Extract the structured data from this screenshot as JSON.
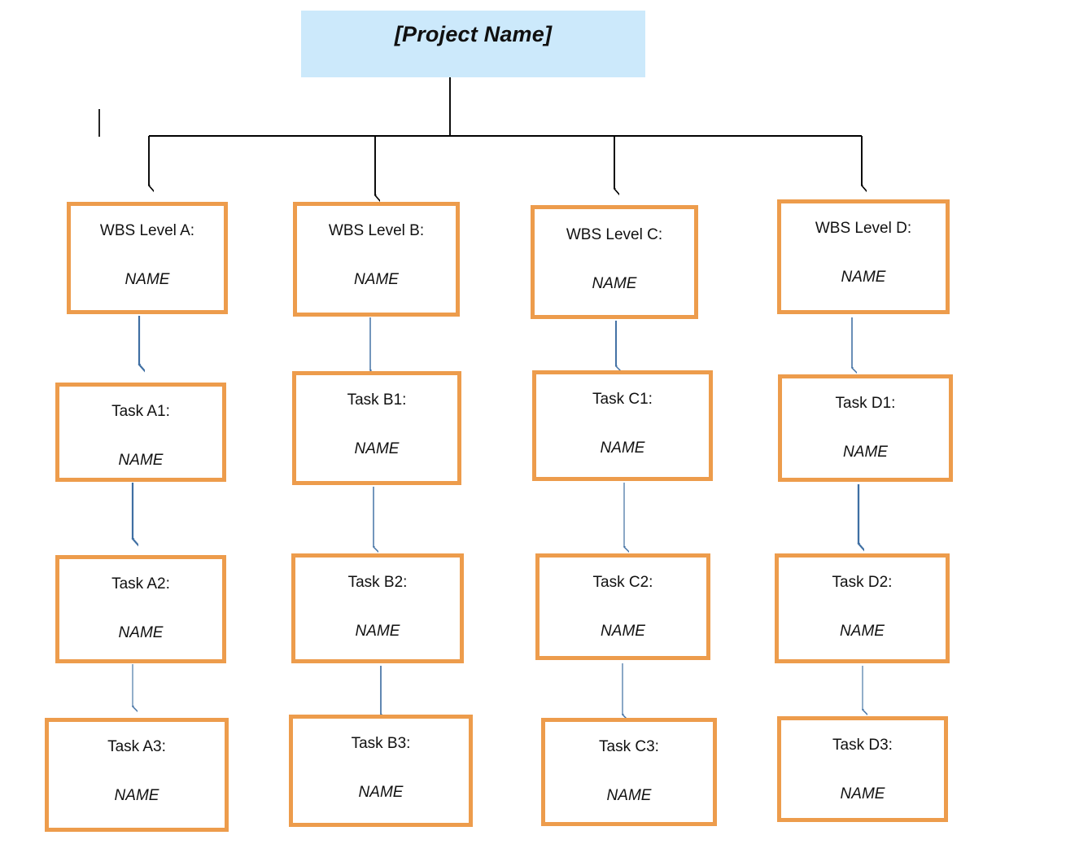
{
  "diagram": {
    "type": "work-breakdown-structure",
    "title": "[Project Name]",
    "root": {
      "label": "[Project Name]",
      "fill_color": "#CCE9FB",
      "text_color": "#101010"
    },
    "box_style": {
      "border_color": "#ED9C4C",
      "fill_color": "#FFFFFF",
      "text_color": "#111111"
    },
    "connector_colors": {
      "root_to_level": "#000000",
      "level_to_task": "#4472A5"
    },
    "name_placeholder": "NAME",
    "columns": [
      {
        "id": "A",
        "level_label": "WBS Level A:",
        "level_name": "NAME",
        "tasks": [
          {
            "label": "Task A1:",
            "name": "NAME"
          },
          {
            "label": "Task A2:",
            "name": "NAME"
          },
          {
            "label": "Task A3:",
            "name": "NAME"
          }
        ]
      },
      {
        "id": "B",
        "level_label": "WBS Level B:",
        "level_name": "NAME",
        "tasks": [
          {
            "label": "Task B1:",
            "name": "NAME"
          },
          {
            "label": "Task B2:",
            "name": "NAME"
          },
          {
            "label": "Task B3:",
            "name": "NAME"
          }
        ]
      },
      {
        "id": "C",
        "level_label": "WBS Level C:",
        "level_name": "NAME",
        "tasks": [
          {
            "label": "Task C1:",
            "name": "NAME"
          },
          {
            "label": "Task C2:",
            "name": "NAME"
          },
          {
            "label": "Task C3:",
            "name": "NAME"
          }
        ]
      },
      {
        "id": "D",
        "level_label": "WBS Level D:",
        "level_name": "NAME",
        "tasks": [
          {
            "label": "Task D1:",
            "name": "NAME"
          },
          {
            "label": "Task D2:",
            "name": "NAME"
          },
          {
            "label": "Task D3:",
            "name": "NAME"
          }
        ]
      }
    ]
  }
}
